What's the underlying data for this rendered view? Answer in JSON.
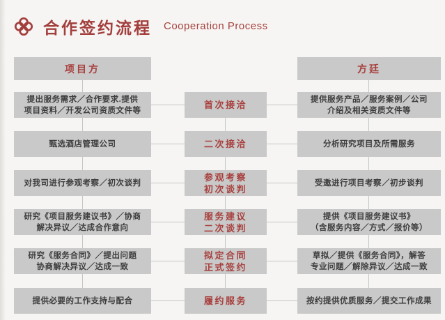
{
  "header": {
    "title_zh": "合作签约流程",
    "title_en": "Cooperation Process",
    "logo_icon": "chinese-knot-icon"
  },
  "columns": {
    "left_header": "项目方",
    "right_header": "方廷"
  },
  "rows": [
    {
      "left": "提出服务需求／合作要求.提供\n项目资料／开发公司资质文件等",
      "middle": "首次接洽",
      "right": "提供服务产品／服务案例／公司\n介绍及相关资质文件等"
    },
    {
      "left": "甄选酒店管理公司",
      "middle": "二次接洽",
      "right": "分析研究项目及所需服务"
    },
    {
      "left": "对我司进行参观考察／初次谈判",
      "middle": "参观考察\n初次谈判",
      "right": "受邀进行项目考察／初步谈判"
    },
    {
      "left": "研究《项目服务建议书》／协商\n解决异议／达成合作意向",
      "middle": "服务建议\n二次谈判",
      "right": "提供《项目服务建议书》\n（含服务内容／方式／报价等）"
    },
    {
      "left": "研究《服务合同》／提出问题\n协商解决异议／达成一致",
      "middle": "拟定合同\n正式签约",
      "right": "草拟／提供《服务合同》，解答\n专业问题／解除异议／达成一致"
    },
    {
      "left": "提供必要的工作支持与配合",
      "middle": "履约服务",
      "right": "按约提供优质服务／提交工作成果"
    }
  ],
  "colors": {
    "accent_red": "#a23e3c",
    "step_red": "#a8403e",
    "box_gray": "#c9c9c9",
    "line_gray": "#c5c5c5",
    "text_dark": "#3d3d3d",
    "background": "#f6f5f3"
  }
}
